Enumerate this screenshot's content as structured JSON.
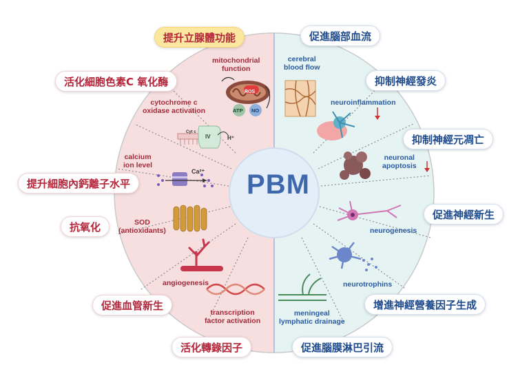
{
  "center": {
    "label": "PBM"
  },
  "left_pills": [
    {
      "text": "提升立腺體功能"
    },
    {
      "text": "活化細胞色素C 氧化酶"
    },
    {
      "text": "提升細胞內鈣離子水平"
    },
    {
      "text": "抗氧化"
    },
    {
      "text": "促進血管新生"
    },
    {
      "text": "活化轉錄因子"
    }
  ],
  "right_pills": [
    {
      "text": "促進腦部血流"
    },
    {
      "text": "抑制神經發炎"
    },
    {
      "text": "抑制神經元凋亡"
    },
    {
      "text": "促進神經新生"
    },
    {
      "text": "增進神經營養因子生成"
    },
    {
      "text": "促進腦膜淋巴引流"
    }
  ],
  "left_labels": {
    "mito": [
      "mitochondrial",
      "function"
    ],
    "cyto": [
      "cytochrome c",
      "oxidase activation"
    ],
    "calcium": [
      "calcium",
      "ion level"
    ],
    "sod": [
      "SOD",
      "(antioxidants)"
    ],
    "angio": [
      "angiogenesis"
    ],
    "tf": [
      "transcription",
      "factor activation"
    ]
  },
  "right_labels": {
    "blood": [
      "cerebral",
      "blood flow"
    ],
    "neuroinfl": [
      "neuroinflammation"
    ],
    "apop": [
      "neuronal",
      "apoptosis"
    ],
    "neurogen": [
      "neurogenesis"
    ],
    "neurotroph": [
      "neurotrophins"
    ],
    "lymph": [
      "meningeal",
      "lymphatic drainage"
    ]
  },
  "icon_text": {
    "ros": "ROS",
    "atp": "ATP",
    "no": "NO",
    "cytc": "Cyt c",
    "complex_iv": "IV",
    "h_plus": "H⁺",
    "ca": "Ca²⁺"
  },
  "colors": {
    "left_bg": "#f7dfe0",
    "right_bg": "#e6f3f3",
    "red_text": "#b3263a",
    "blue_text": "#1d4a8c",
    "center_text": "#3e68ad"
  }
}
